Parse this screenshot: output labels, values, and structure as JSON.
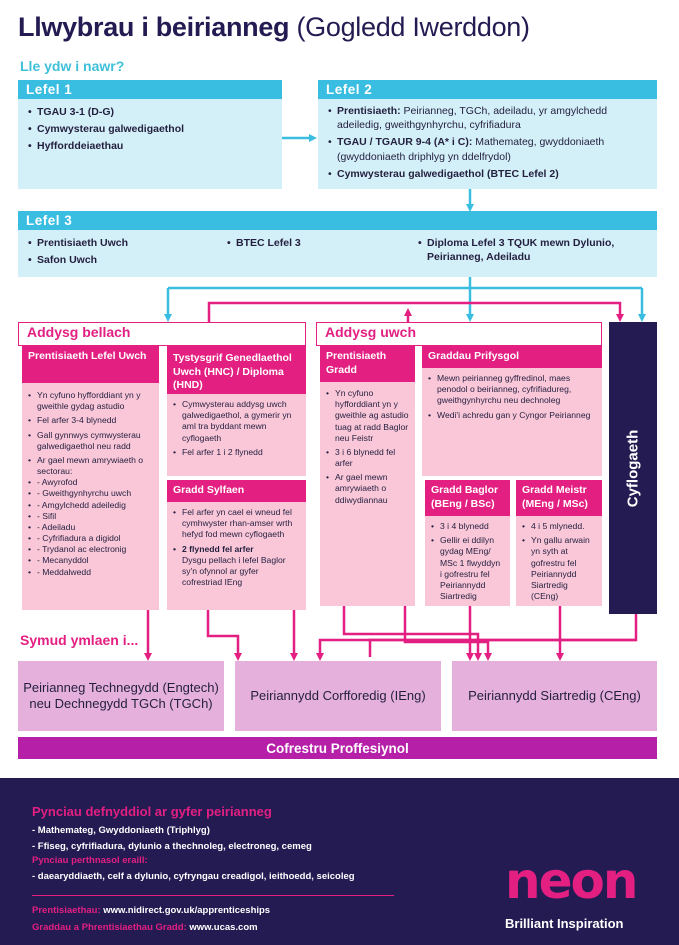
{
  "title": {
    "main": "Llwybrau i beirianneg",
    "sub": "(Gogledd Iwerddon)"
  },
  "question": "Lle ydw i nawr?",
  "level1": {
    "heading": "Lefel 1",
    "items": [
      "TGAU 3-1 (D-G)",
      "Cymwysterau galwedigaethol",
      "Hyfforddeiaethau"
    ]
  },
  "level2": {
    "heading": "Lefel 2",
    "items": [
      {
        "bold": "Prentisiaeth:",
        "text": "Peirianneg, TGCh, adeiladu, yr amgylchedd adeiledig, gweithgynhyrchu, cyfrifiadura"
      },
      {
        "bold": "TGAU / TGAUR 9-4 (A* i C):",
        "text": "Mathemateg, gwyddoniaeth (gwyddoniaeth driphlyg yn ddelfrydol)"
      },
      {
        "bold": "Cymwysterau galwedigaethol (BTEC Lefel 2)",
        "text": ""
      }
    ]
  },
  "level3": {
    "heading": "Lefel 3",
    "col1": [
      "Prentisiaeth Uwch",
      "Safon Uwch"
    ],
    "col2": [
      "BTEC Lefel 3"
    ],
    "col3": [
      "Diploma Lefel 3 TQUK mewn Dylunio, Peirianneg, Adeiladu"
    ]
  },
  "further_ed": {
    "heading": "Addysg bellach",
    "apprenticeship": {
      "title": "Prentisiaeth Lefel Uwch",
      "items": [
        "Yn cyfuno hyfforddiant yn y gweithle gydag astudio",
        "Fel arfer 3-4 blynedd",
        "Gall gynnwys cymwysterau galwedigaethol neu radd",
        "Ar gael mewn amrywiaeth o sectorau:"
      ],
      "sectors": [
        "- Awyrofod",
        "- Gweithgynhyrchu uwch",
        "- Amgylchedd adeiledig",
        "- Sifil",
        "- Adeiladu",
        "- Cyfrifiadura a digidol",
        "- Trydanol ac electronig",
        "- Mecanyddol",
        "- Meddalwedd"
      ]
    },
    "hnc": {
      "title": "Tystysgrif Genedlaethol Uwch (HNC) / Diploma (HND)",
      "items": [
        "Cymwysterau addysg uwch galwedigaethol, a gymerir yn aml tra byddant mewn cyflogaeth",
        "Fel arfer 1 i 2 flynedd"
      ]
    },
    "foundation": {
      "title": "Gradd Sylfaen",
      "items": [
        {
          "text": "Fel arfer yn cael ei wneud fel cymhwyster rhan-amser wrth hefyd fod mewn cyflogaeth",
          "bold": false
        },
        {
          "text": "2 flynedd fel arfer",
          "bold": true
        }
      ],
      "note": "Dysgu pellach i lefel Baglor sy'n ofynnol ar gyfer cofrestriad IEng"
    }
  },
  "higher_ed": {
    "heading": "Addysg uwch",
    "degree_apprenticeship": {
      "title": "Prentisiaeth Gradd",
      "items": [
        "Yn cyfuno hyfforddiant yn y gweithle ag astudio tuag at radd Baglor neu Feistr",
        "3 i 6 blynedd fel arfer",
        "Ar gael mewn amrywiaeth o ddiwydiannau"
      ]
    },
    "university": {
      "title": "Graddau Prifysgol",
      "items": [
        "Mewn peirianneg gyffredinol, maes penodol o beirianneg, cyfrifiadureg, gweithgynhyrchu neu dechnoleg",
        "Wedi'i achredu gan y Cyngor Peirianneg"
      ]
    },
    "bachelor": {
      "title": "Gradd Baglor (BEng / BSc)",
      "items": [
        "3 i 4 blynedd",
        "Gellir ei ddilyn gydag MEng/ MSc 1 flwyddyn i gofrestru fel Peiriannydd Siartredig"
      ]
    },
    "master": {
      "title": "Gradd Meistr (MEng / MSc)",
      "items": [
        "4 i 5 mlynedd.",
        "Yn gallu arwain yn syth at gofrestru fel Peiriannydd Siartredig (CEng)"
      ]
    }
  },
  "employment": "Cyflogaeth",
  "moving_on": "Symud ymlaen i...",
  "outcomes": [
    "Peirianneg Technegydd (Engtech) neu Dechnegydd TGCh (TGCh)",
    "Peiriannydd Corfforedig (IEng)",
    "Peiriannydd Siartredig (CEng)"
  ],
  "registration": "Cofrestru Proffesiynol",
  "footer": {
    "heading": "Pynciau defnyddiol ar gyfer peirianneg",
    "line1": "- Mathemateg, Gwyddoniaeth (Triphlyg)",
    "line2": "- Ffiseg, cyfrifiadura, dylunio a thechnoleg, electroneg, cemeg",
    "other_heading": "Pynciau perthnasol eraill:",
    "line3": "- daearyddiaeth, celf a dylunio, cyfryngau creadigol, ieithoedd, seicoleg",
    "link1_label": "Prentisiaethau:",
    "link1_url": "www.nidirect.gov.uk/apprenticeships",
    "link2_label": "Graddau a Phrentisiaethau Gradd:",
    "link2_url": "www.ucas.com",
    "brand": "neon",
    "tagline": "Brilliant Inspiration"
  },
  "colors": {
    "navy": "#231b52",
    "cyan": "#39bde0",
    "light_cyan": "#d3eff8",
    "pink": "#e31f82",
    "light_pink": "#f9c7d8",
    "purple": "#b61fa8",
    "lilac": "#e6b0dd"
  }
}
